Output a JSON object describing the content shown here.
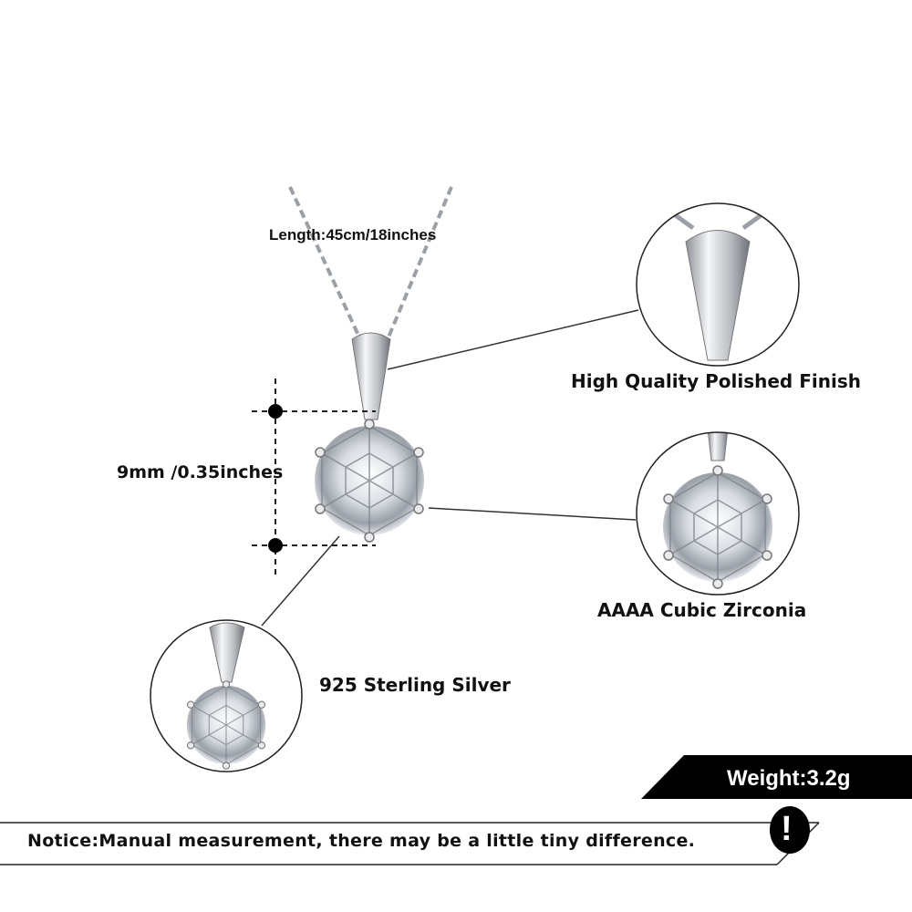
{
  "length_label": "Length:45cm/18inches",
  "size_label": "9mm /0.35inches",
  "features": {
    "finish": "High Quality Polished Finish",
    "stone": "AAAA Cubic Zirconia",
    "material": "925 Sterling Silver"
  },
  "weight_label": "Weight:3.2g",
  "notice": "Notice:Manual measurement, there may be a little tiny difference.",
  "notice_icon": "!",
  "colors": {
    "banner": "#000000",
    "text": "#111111",
    "silver": "#c8cbd0"
  }
}
